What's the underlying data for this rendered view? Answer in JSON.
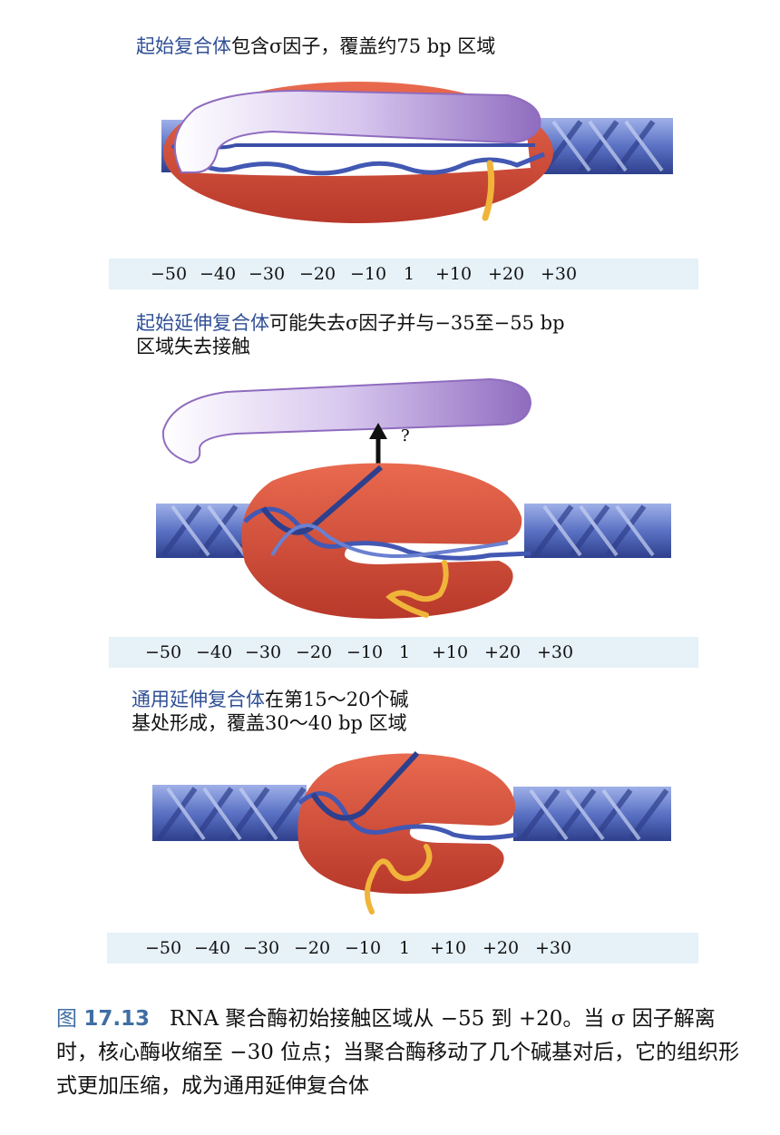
{
  "panels": [
    {
      "caption_highlight": "起始复合体",
      "caption_rest": "包含σ因子，覆盖约75 bp 区域",
      "caption_line2": "",
      "question_mark": ""
    },
    {
      "caption_highlight": "起始延伸复合体",
      "caption_rest": "可能失去σ因子并与−35至−55 bp",
      "caption_line2": "区域失去接触",
      "question_mark": "?"
    },
    {
      "caption_highlight": "通用延伸复合体",
      "caption_rest": "在第15～20个碱",
      "caption_line2": "基处形成，覆盖30～40 bp 区域",
      "question_mark": ""
    }
  ],
  "ruler_ticks": [
    "−50",
    "−40",
    "−30",
    "−20",
    "−10",
    "1",
    "+10",
    "+20",
    "+30"
  ],
  "figure_caption": {
    "label": "图",
    "number": "17.13",
    "text": "RNA 聚合酶初始接触区域从 −55 到 +20。当 σ 因子解离时，核心酶收缩至 −30 位点；当聚合酶移动了几个碱基对后，它的组织形式更加压缩，成为通用延伸复合体"
  },
  "colors": {
    "highlight_text": "#2f4f96",
    "polymerase": "#d9523a",
    "sigma_factor": "#b79ad6",
    "dna": "#5b72c4",
    "rna": "#f0b43a",
    "ruler_band": "#e6f1f8"
  }
}
